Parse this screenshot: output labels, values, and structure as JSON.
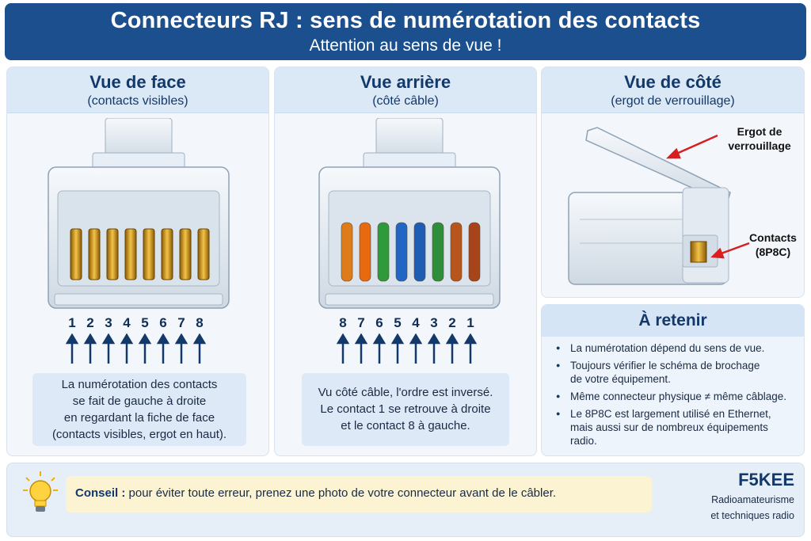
{
  "banner": {
    "title": "Connecteurs RJ : sens de numérotation des contacts",
    "subtitle": "Attention au sens de vue !"
  },
  "front": {
    "title": "Vue de face",
    "subtitle": "(contacts visibles)",
    "numbers": [
      "1",
      "2",
      "3",
      "4",
      "5",
      "6",
      "7",
      "8"
    ],
    "note": [
      "La numérotation des contacts",
      "se fait de gauche à droite",
      "en regardant la fiche de face",
      "(contacts visibles, ergot en haut)."
    ],
    "contact_color": "#d4a017"
  },
  "back": {
    "title": "Vue arrière",
    "subtitle": "(côté câble)",
    "numbers": [
      "8",
      "7",
      "6",
      "5",
      "4",
      "3",
      "2",
      "1"
    ],
    "note": [
      "Vu côté câble, l'ordre est inversé.",
      "Le contact 1 se retrouve à droite",
      "et le contact 8 à gauche."
    ],
    "wire_colors": [
      "#e07b1a",
      "#e86a10",
      "#2f9a3c",
      "#2166c4",
      "#1f5db5",
      "#2e8f3a",
      "#b8551c",
      "#a8441a"
    ]
  },
  "side": {
    "title": "Vue de côté",
    "subtitle": "(ergot de verrouillage)",
    "callout_latch": [
      "Ergot de",
      "verrouillage"
    ],
    "callout_contacts": [
      "Contacts",
      "(8P8C)"
    ]
  },
  "remember": {
    "title": "À retenir",
    "items": [
      [
        "La numérotation dépend du sens de vue."
      ],
      [
        "Toujours vérifier le schéma de brochage",
        "de votre équipement."
      ],
      [
        "Même connecteur physique ≠ même câblage."
      ],
      [
        "Le 8P8C est largement utilisé en Ethernet,",
        "mais aussi sur de nombreux équipements radio."
      ]
    ]
  },
  "footer": {
    "tip_label": "Conseil :",
    "tip_text": " pour éviter toute erreur, prenez une photo de votre connecteur avant de le câbler.",
    "brand": "F5KEE",
    "brand_line1": "Radioamateurisme",
    "brand_line2": "et techniques radio"
  },
  "colors": {
    "banner": "#1b4f8e",
    "arrow": "#13386a",
    "callout_arrow": "#d81e1e"
  },
  "icons": [
    "lightbulb-icon",
    "arrow-up-icon"
  ]
}
